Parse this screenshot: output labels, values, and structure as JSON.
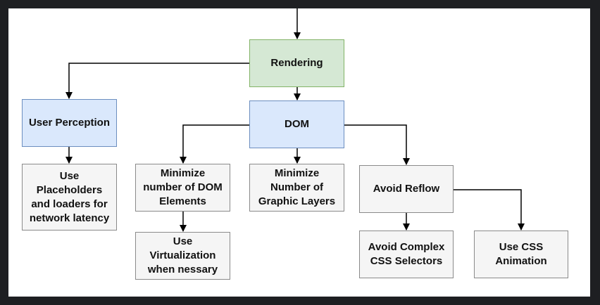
{
  "nodes": {
    "rendering": "Rendering",
    "user_perception": "User Perception",
    "dom": "DOM",
    "placeholders": "Use\nPlaceholders\nand loaders for\nnetwork latency",
    "minimize_dom": "Minimize\nnumber of DOM\nElements",
    "minimize_layers": "Minimize\nNumber of\nGraphic Layers",
    "avoid_reflow": "Avoid Reflow",
    "virtualization": "Use\nVirtualization\nwhen nessary",
    "avoid_complex_css": "Avoid Complex\nCSS Selectors",
    "css_animation": "Use CSS\nAnimation"
  },
  "colors": {
    "root_fill": "#d5e8d4",
    "root_stroke": "#82b366",
    "category_fill": "#dae8fc",
    "category_stroke": "#6c8ebf",
    "leaf_fill": "#f5f5f5",
    "leaf_stroke": "#8a8a8a",
    "connector": "#000000"
  }
}
